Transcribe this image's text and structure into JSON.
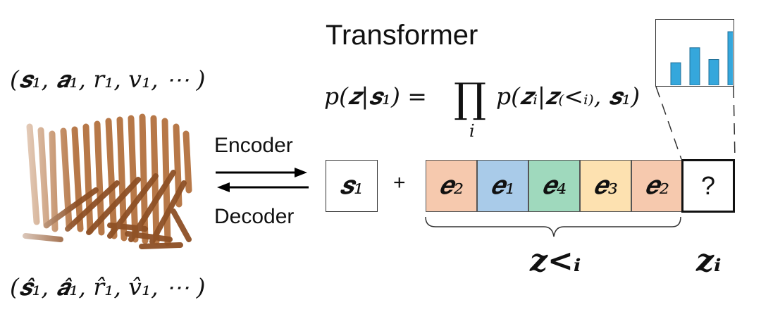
{
  "title": "Transformer",
  "tuple_top": "(𝒔₁, 𝒂₁, r₁, v₁, ⋯ )",
  "tuple_bottom": "(𝒔̂₁, 𝒂̂₁, r̂₁, v̂₁, ⋯ )",
  "formula": {
    "left": "p(𝒛|𝒔₁) =",
    "product": "∏",
    "product_index": "i",
    "right": "p(𝒛ᵢ|𝒛₍<ᵢ₎, 𝒔₁)"
  },
  "encoder_label": "Encoder",
  "decoder_label": "Decoder",
  "state_token": "𝒔₁",
  "plus": "+",
  "tokens": [
    {
      "label": "𝒆₂",
      "color": "#f6c9ae"
    },
    {
      "label": "𝒆₁",
      "color": "#a9cbe9"
    },
    {
      "label": "𝒆₄",
      "color": "#9fd9bd"
    },
    {
      "label": "𝒆₃",
      "color": "#fde1b0"
    },
    {
      "label": "𝒆₂",
      "color": "#f6c9ae"
    }
  ],
  "query_token": "?",
  "z_less_label": "𝒛<ᵢ",
  "z_i_label": "𝒛ᵢ",
  "histogram": {
    "color": "#35a7dc",
    "values": [
      0.42,
      0.7,
      0.48,
      1.0
    ]
  },
  "colors": {
    "figure_bodies": "#b06a35",
    "bar": "#35a7dc",
    "text": "#111111"
  }
}
